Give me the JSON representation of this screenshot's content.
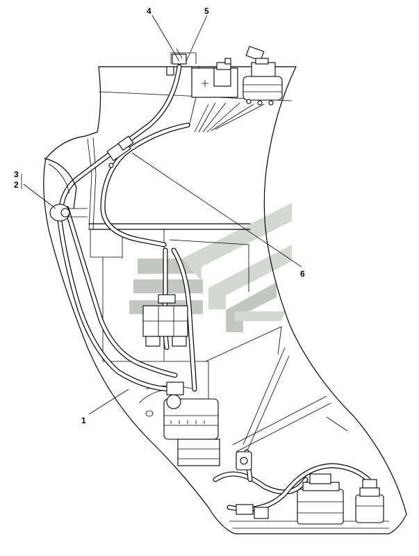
{
  "callouts": [
    {
      "id": "c1",
      "label": "1"
    },
    {
      "id": "c2",
      "label": "2"
    },
    {
      "id": "c3",
      "label": "3"
    },
    {
      "id": "c4",
      "label": "4"
    },
    {
      "id": "c5",
      "label": "5"
    },
    {
      "id": "c6",
      "label": "6"
    }
  ],
  "colors": {
    "line": "#000000",
    "background": "#ffffff",
    "watermark": "#b9bfb6"
  },
  "watermark": {
    "icon": "chevron-logo-watermark"
  }
}
